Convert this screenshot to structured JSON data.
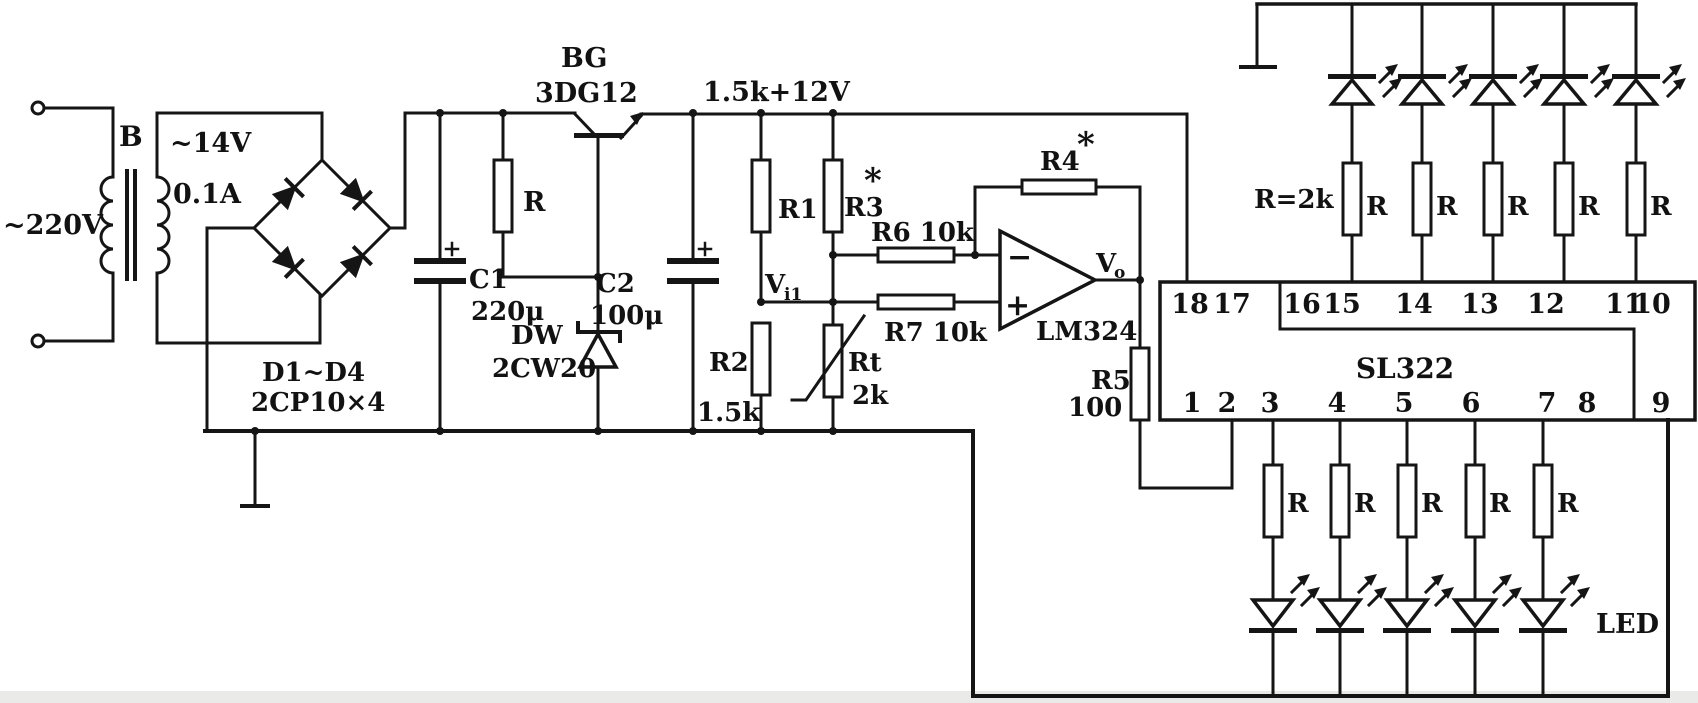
{
  "colors": {
    "ink": "#151515",
    "paper": "#ffffff"
  },
  "power_input": {
    "mains": "~220V",
    "transformer": "B",
    "secondary_voltage": "~14V",
    "secondary_current": "0.1A"
  },
  "rectifier": {
    "name": "D1~D4",
    "type": "2CP10×4"
  },
  "regulator": {
    "transistor": "BG",
    "transistor_type": "3DG12",
    "base_resistor": "R",
    "c1": "C1",
    "c1_value": "220μ",
    "zener": "DW",
    "zener_type": "2CW20",
    "c2": "C2",
    "c2_value": "100μ",
    "rail_label": "1.5k+12V"
  },
  "sensing": {
    "r1": "R1",
    "r3": "R3",
    "r3_star": "*",
    "vi_base": "V",
    "vi_sub": "i1",
    "r2": "R2",
    "r2_value": "1.5k",
    "rt": "Rt",
    "rt_value": "2k"
  },
  "amplifier": {
    "r6": "R6 10k",
    "r7": "R7 10k",
    "r4": "R4",
    "r4_star": "*",
    "minus": "−",
    "plus": "+",
    "chip": "LM324",
    "vo_base": "V",
    "vo_sub": "o",
    "r5": "R5",
    "r5_value": "100"
  },
  "display_driver": {
    "chip": "SL322",
    "top_pins": [
      "18",
      "17",
      "16",
      "15",
      "14",
      "13",
      "12",
      "11",
      "10"
    ],
    "bottom_pins": [
      "1",
      "2",
      "3",
      "4",
      "5",
      "6",
      "7",
      "8",
      "9"
    ]
  },
  "led_array": {
    "r_eq": "R=2k",
    "r_label": "R",
    "led_label": "LED"
  }
}
